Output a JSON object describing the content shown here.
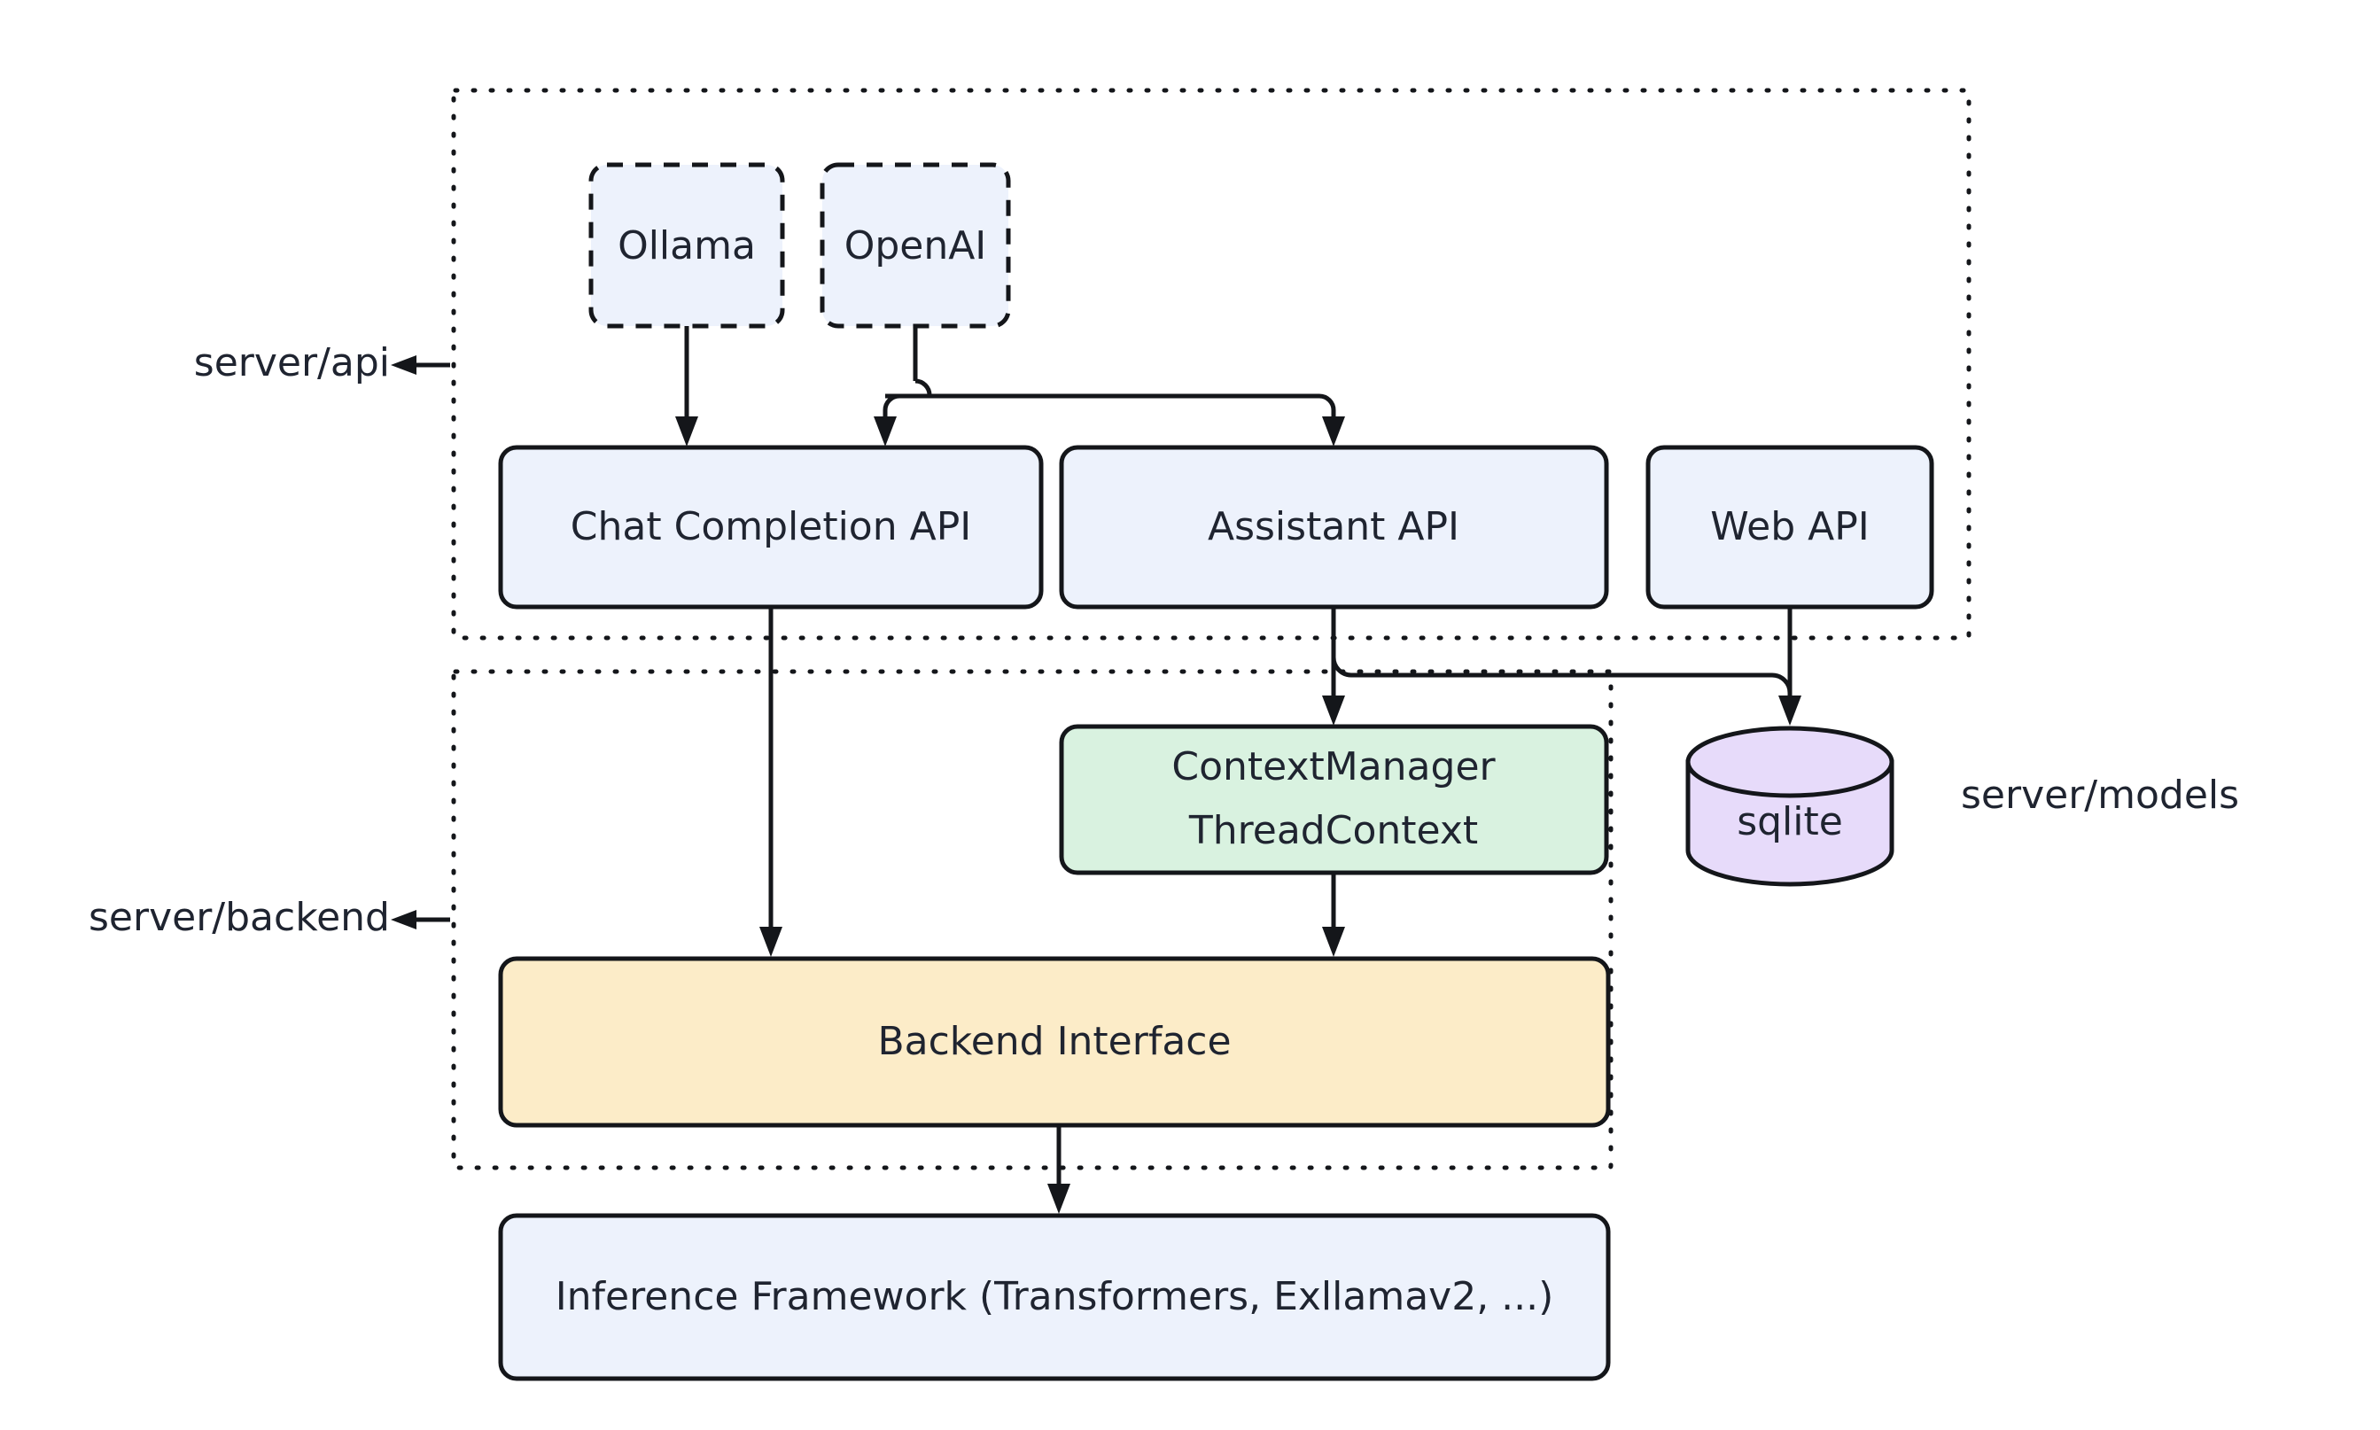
{
  "diagram": {
    "type": "architecture-flowchart",
    "background": "#ffffff",
    "groups": [
      {
        "id": "api",
        "label": "server/api",
        "label_position": "left",
        "style": "dotted-container"
      },
      {
        "id": "backend",
        "label": "server/backend",
        "label_position": "left",
        "style": "dotted-container"
      },
      {
        "id": "models",
        "label": "server/models",
        "label_position": "right",
        "style": "free-label"
      }
    ],
    "nodes": [
      {
        "id": "ollama",
        "label": "Ollama",
        "group": "api",
        "shape": "rounded-rect",
        "border": "dashed",
        "fill": "#edf2fc"
      },
      {
        "id": "openai",
        "label": "OpenAI",
        "group": "api",
        "shape": "rounded-rect",
        "border": "dashed",
        "fill": "#edf2fc"
      },
      {
        "id": "chat_api",
        "label": "Chat Completion API",
        "group": "api",
        "shape": "rounded-rect",
        "border": "solid",
        "fill": "#edf2fc"
      },
      {
        "id": "asst_api",
        "label": "Assistant API",
        "group": "api",
        "shape": "rounded-rect",
        "border": "solid",
        "fill": "#edf2fc"
      },
      {
        "id": "web_api",
        "label": "Web API",
        "group": "api",
        "shape": "rounded-rect",
        "border": "solid",
        "fill": "#edf2fc"
      },
      {
        "id": "ctxmgr",
        "label_line1": "ContextManager",
        "label_line2": "ThreadContext",
        "group": "backend",
        "shape": "rounded-rect",
        "border": "solid",
        "fill": "#d9f2e0"
      },
      {
        "id": "sqlite",
        "label": "sqlite",
        "group": "models",
        "shape": "cylinder",
        "border": "solid",
        "fill": "#e7dbfa"
      },
      {
        "id": "backend_if",
        "label": "Backend Interface",
        "group": "backend",
        "shape": "rounded-rect",
        "border": "solid",
        "fill": "#fcecc8"
      },
      {
        "id": "inference",
        "label": "Inference Framework (Transformers, Exllamav2, ...)",
        "group": null,
        "shape": "rounded-rect",
        "border": "solid",
        "fill": "#edf2fc"
      }
    ],
    "edges": [
      {
        "from": "ollama",
        "to": "chat_api",
        "style": "solid",
        "arrow": "end"
      },
      {
        "from": "openai",
        "to": "chat_api",
        "style": "solid",
        "arrow": "end"
      },
      {
        "from": "openai",
        "to": "asst_api",
        "style": "solid",
        "arrow": "end"
      },
      {
        "from": "chat_api",
        "to": "backend_if",
        "style": "solid",
        "arrow": "end"
      },
      {
        "from": "asst_api",
        "to": "ctxmgr",
        "style": "solid",
        "arrow": "end"
      },
      {
        "from": "asst_api",
        "to": "sqlite",
        "style": "solid",
        "arrow": "end"
      },
      {
        "from": "web_api",
        "to": "sqlite",
        "style": "solid",
        "arrow": "end"
      },
      {
        "from": "ctxmgr",
        "to": "backend_if",
        "style": "solid",
        "arrow": "end"
      },
      {
        "from": "backend_if",
        "to": "inference",
        "style": "solid",
        "arrow": "end"
      }
    ],
    "colors": {
      "stroke": "#14161a",
      "text": "#1f2430",
      "node_blue": "#edf2fc",
      "node_green": "#d9f2e0",
      "node_yellow": "#fcecc8",
      "node_purple": "#e7dbfa",
      "background": "#ffffff"
    }
  },
  "labels": {
    "ollama": "Ollama",
    "openai": "OpenAI",
    "chat_api": "Chat Completion API",
    "asst_api": "Assistant API",
    "web_api": "Web API",
    "ctxmgr_line1": "ContextManager",
    "ctxmgr_line2": "ThreadContext",
    "sqlite": "sqlite",
    "backend_if": "Backend Interface",
    "inference": "Inference Framework (Transformers, Exllamav2, ...)",
    "group_api": "server/api",
    "group_backend": "server/backend",
    "group_models": "server/models"
  }
}
